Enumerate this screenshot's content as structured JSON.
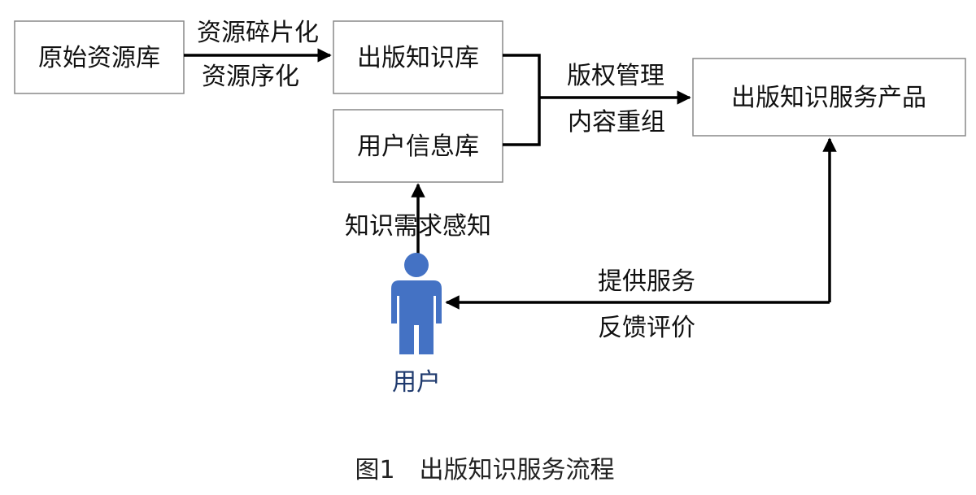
{
  "nodes": {
    "raw_library": "原始资源库",
    "publishing_knowledge_base": "出版知识库",
    "user_info_library": "用户信息库",
    "knowledge_service_product": "出版知识服务产品",
    "user": "用户"
  },
  "edges": {
    "fragmentation": "资源碎片化",
    "serialization": "资源序化",
    "copyright_management": "版权管理",
    "content_reorganization": "内容重组",
    "knowledge_demand_perception": "知识需求感知",
    "provide_service": "提供服务",
    "feedback_evaluation": "反馈评价"
  },
  "caption": "图1　出版知识服务流程",
  "colors": {
    "user_figure": "#4472c4",
    "user_label": "#1f3a6e",
    "line": "#000000",
    "box_border": "#888888"
  }
}
